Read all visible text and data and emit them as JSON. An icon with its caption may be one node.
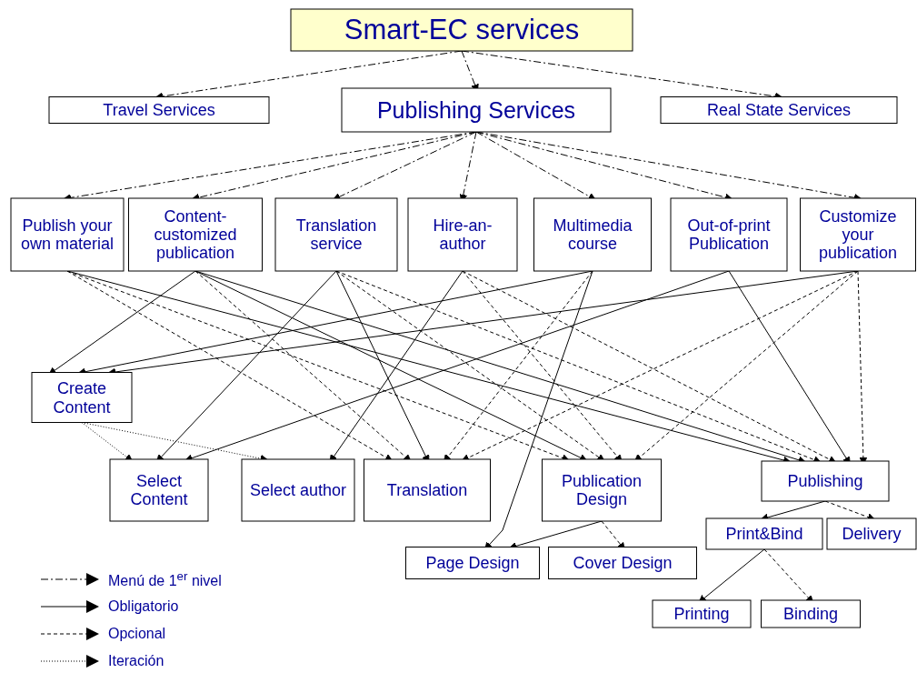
{
  "diagram": {
    "nodes": [
      {
        "text": [
          "Smart-EC services"
        ]
      },
      {
        "text": [
          "Travel Services"
        ]
      },
      {
        "text": [
          "Publishing Services"
        ]
      },
      {
        "text": [
          "Real State Services"
        ]
      },
      {
        "text": [
          "Publish your own material"
        ]
      },
      {
        "text": [
          "Content-customized publication"
        ]
      },
      {
        "text": [
          "Translation service"
        ]
      },
      {
        "text": [
          "Hire-an-author"
        ]
      },
      {
        "text": [
          "Multimedia course"
        ]
      },
      {
        "text": [
          "Out-of-print Publication"
        ]
      },
      {
        "text": [
          "Customize your publication"
        ]
      },
      {
        "text": [
          "Create Content"
        ]
      },
      {
        "text": [
          "Select Content"
        ]
      },
      {
        "text": [
          "Select author"
        ]
      },
      {
        "text": [
          "Translation"
        ]
      },
      {
        "text": [
          "Publication Design"
        ]
      },
      {
        "text": [
          "Publishing"
        ]
      },
      {
        "text": [
          "Page Design"
        ]
      },
      {
        "text": [
          "Cover Design"
        ]
      },
      {
        "text": [
          "Print&Bind"
        ]
      },
      {
        "text": [
          "Delivery"
        ]
      },
      {
        "text": [
          "Printing"
        ]
      },
      {
        "text": [
          "Binding"
        ]
      }
    ],
    "edges": [
      {
        "from": 0,
        "to": 1,
        "arrow": "to",
        "style": "dashed"
      },
      {
        "from": 0,
        "to": 2,
        "arrow": "to",
        "style": "dashed"
      },
      {
        "from": 0,
        "to": 3,
        "arrow": "to",
        "style": "dashed"
      },
      {
        "from": 2,
        "to": 4,
        "arrow": "to",
        "style": "dashed"
      },
      {
        "from": 2,
        "to": 5,
        "arrow": "to",
        "style": "dashed"
      },
      {
        "from": 2,
        "to": 6,
        "arrow": "to",
        "style": "dashed"
      },
      {
        "from": 2,
        "to": 7,
        "arrow": "to",
        "style": "dashed"
      },
      {
        "from": 2,
        "to": 8,
        "arrow": "to",
        "style": "dashed"
      },
      {
        "from": 2,
        "to": 9,
        "arrow": "to",
        "style": "dashed"
      },
      {
        "from": 2,
        "to": 10,
        "arrow": "to",
        "style": "dashed"
      },
      {
        "from": 4,
        "to": 14,
        "arrow": "to",
        "style": "dashed"
      },
      {
        "from": 4,
        "to": 15,
        "arrow": "to",
        "style": "dashed"
      },
      {
        "from": 4,
        "to": 16,
        "arrow": "to"
      },
      {
        "from": 5,
        "to": 11,
        "arrow": "to"
      },
      {
        "from": 5,
        "to": 14,
        "arrow": "to",
        "style": "dashed"
      },
      {
        "from": 5,
        "to": 15,
        "arrow": "to"
      },
      {
        "from": 5,
        "to": 16,
        "arrow": "to"
      },
      {
        "from": 6,
        "to": 12,
        "arrow": "to"
      },
      {
        "from": 6,
        "to": 14,
        "arrow": "to"
      },
      {
        "from": 6,
        "to": 15,
        "arrow": "to",
        "style": "dashed"
      },
      {
        "from": 6,
        "to": 16,
        "arrow": "to",
        "style": "dashed"
      },
      {
        "from": 7,
        "to": 13,
        "arrow": "to"
      },
      {
        "from": 7,
        "to": 15,
        "arrow": "to",
        "style": "dashed"
      },
      {
        "from": 7,
        "to": 16,
        "arrow": "to",
        "style": "dashed"
      },
      {
        "from": 8,
        "to": 11,
        "arrow": "to"
      },
      {
        "from": 8,
        "to": 14,
        "arrow": "to",
        "style": "dashed"
      },
      {
        "from": 8,
        "to": 17,
        "arrow": "to"
      },
      {
        "from": 9,
        "to": 12,
        "arrow": "to"
      },
      {
        "from": 9,
        "to": 16,
        "arrow": "to"
      },
      {
        "from": 10,
        "to": 11,
        "arrow": "to"
      },
      {
        "from": 10,
        "to": 14,
        "arrow": "to",
        "style": "dashed"
      },
      {
        "from": 10,
        "to": 15,
        "arrow": "to",
        "style": "dashed"
      },
      {
        "from": 10,
        "to": 16,
        "arrow": "to",
        "style": "dashed"
      },
      {
        "from": 11,
        "to": 12,
        "arrow": "to",
        "style": "dashed"
      },
      {
        "from": 11,
        "to": 13,
        "arrow": "to",
        "style": "dashed"
      },
      {
        "from": 15,
        "to": 17,
        "arrow": "to"
      },
      {
        "from": 15,
        "to": 18,
        "arrow": "to",
        "style": "dashed"
      },
      {
        "from": 16,
        "to": 19,
        "arrow": "to"
      },
      {
        "from": 16,
        "to": 20,
        "arrow": "to",
        "style": "dashed"
      },
      {
        "from": 19,
        "to": 21,
        "arrow": "to"
      },
      {
        "from": 19,
        "to": 22,
        "arrow": "to",
        "style": "dashed"
      }
    ],
    "legend": [
      {
        "text": "Menú de 1$^{er}$ nivel"
      },
      {
        "text": "Obligatorio"
      },
      {
        "text": "Opcional"
      },
      {
        "text": "Iteración"
      }
    ]
  }
}
